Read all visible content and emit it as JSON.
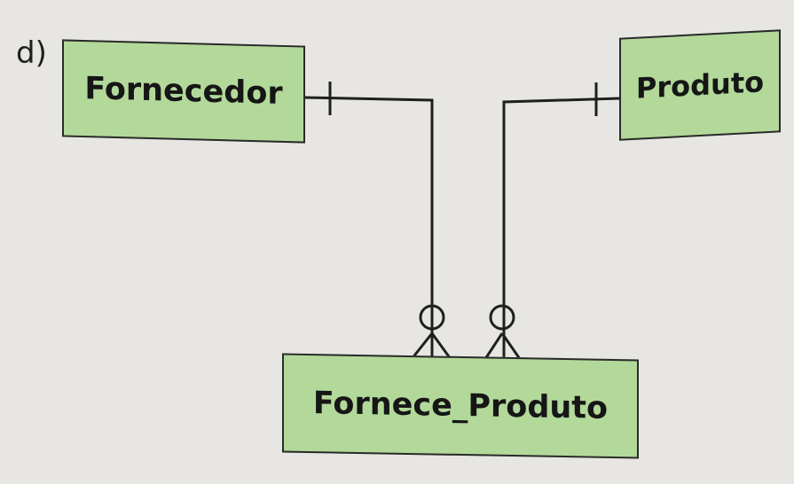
{
  "item_label": "d)",
  "entities": {
    "fornecedor": "Fornecedor",
    "produto": "Produto",
    "fornece_produto": "Fornece_Produto"
  },
  "relationships": [
    {
      "from": "Fornecedor",
      "to": "Fornece_Produto",
      "from_cardinality": "one",
      "to_cardinality": "zero-or-many"
    },
    {
      "from": "Produto",
      "to": "Fornece_Produto",
      "from_cardinality": "one",
      "to_cardinality": "zero-or-many"
    }
  ],
  "colors": {
    "entity_fill": "#b3d99a",
    "background": "#e7e6e2",
    "line": "#1f1f1f"
  }
}
